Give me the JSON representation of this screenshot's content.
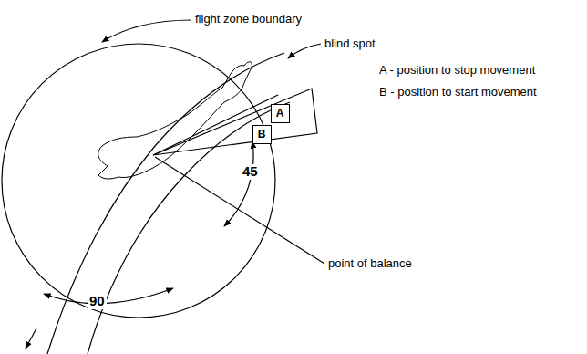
{
  "diagram": {
    "nodes": [
      {
        "text": [
          "A"
        ]
      },
      {
        "text": [
          "B"
        ]
      }
    ],
    "labels": [
      "flight zone boundary",
      "blind spot",
      "A - position to stop movement",
      "B - position to start movement",
      "45",
      "90",
      "point of balance"
    ]
  }
}
